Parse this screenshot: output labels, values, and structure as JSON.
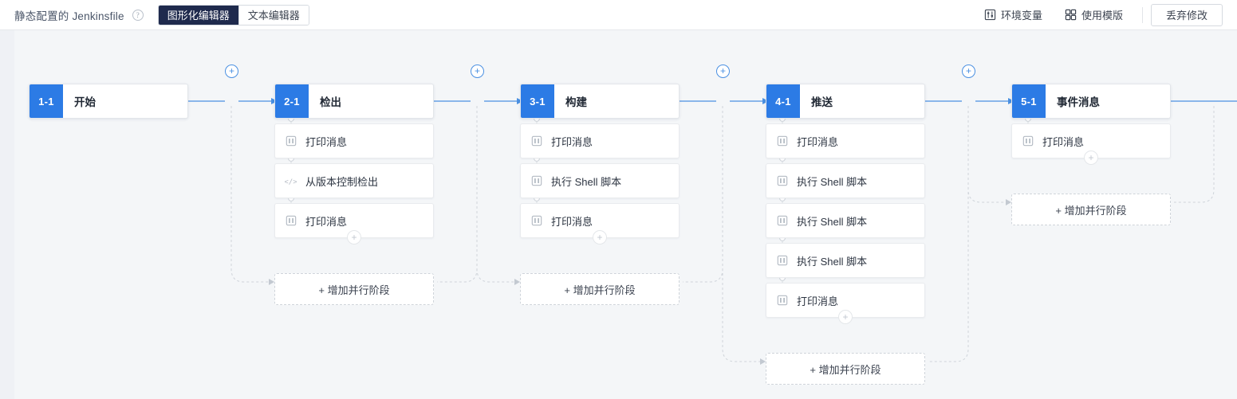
{
  "header": {
    "title": "静态配置的 Jenkinsfile",
    "help_icon": "question-circle-icon",
    "tabs": [
      {
        "label": "图形化编辑器",
        "active": true
      },
      {
        "label": "文本编辑器",
        "active": false
      }
    ],
    "tools": [
      {
        "label": "环境变量",
        "icon": "sliders-icon"
      },
      {
        "label": "使用模版",
        "icon": "grid-icon"
      }
    ],
    "discard_label": "丢弃修改"
  },
  "canvas": {
    "accent_color": "#2c7be5",
    "line_color": "#4a90e2",
    "background": "#f4f6f8",
    "connector_plus_label": "+",
    "step_plus_label": "+",
    "parallel_label": "+ 增加并行阶段",
    "stages": [
      {
        "badge": "1-1",
        "name": "开始",
        "steps": [],
        "has_parallel": false,
        "has_step_plus": false
      },
      {
        "badge": "2-1",
        "name": "检出",
        "steps": [
          {
            "label": "打印消息",
            "icon": "print-message-icon"
          },
          {
            "label": "从版本控制检出",
            "icon": "code-brackets-icon"
          },
          {
            "label": "打印消息",
            "icon": "print-message-icon"
          }
        ],
        "has_parallel": true,
        "has_step_plus": true
      },
      {
        "badge": "3-1",
        "name": "构建",
        "steps": [
          {
            "label": "打印消息",
            "icon": "print-message-icon"
          },
          {
            "label": "执行 Shell 脚本",
            "icon": "print-message-icon"
          },
          {
            "label": "打印消息",
            "icon": "print-message-icon"
          }
        ],
        "has_parallel": true,
        "has_step_plus": true
      },
      {
        "badge": "4-1",
        "name": "推送",
        "steps": [
          {
            "label": "打印消息",
            "icon": "print-message-icon"
          },
          {
            "label": "执行 Shell 脚本",
            "icon": "print-message-icon"
          },
          {
            "label": "执行 Shell 脚本",
            "icon": "print-message-icon"
          },
          {
            "label": "执行 Shell 脚本",
            "icon": "print-message-icon"
          },
          {
            "label": "打印消息",
            "icon": "print-message-icon"
          }
        ],
        "has_parallel": true,
        "has_step_plus": true
      },
      {
        "badge": "5-1",
        "name": "事件消息",
        "steps": [
          {
            "label": "打印消息",
            "icon": "print-message-icon"
          }
        ],
        "has_parallel": true,
        "has_step_plus": true
      }
    ]
  }
}
